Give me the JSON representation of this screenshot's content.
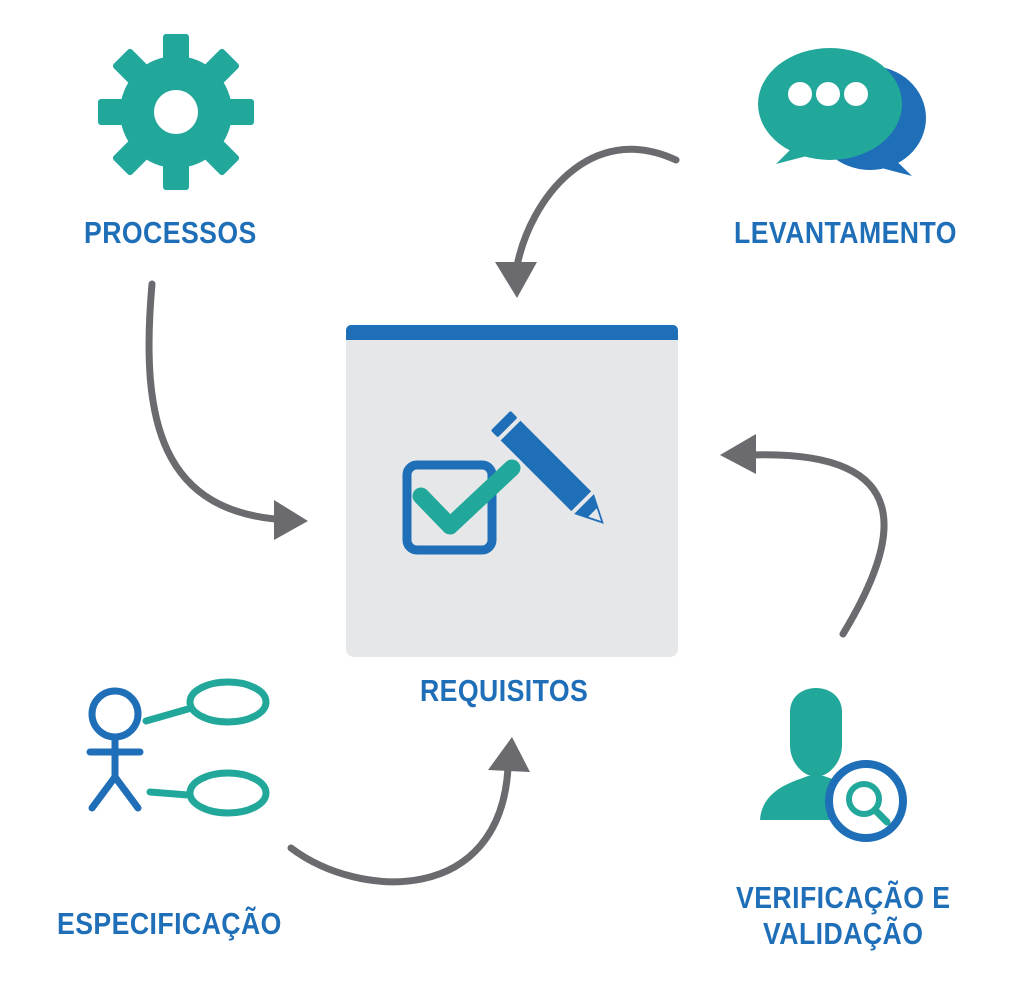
{
  "colors": {
    "blue": "#1f6fb8",
    "teal": "#22a89a",
    "gray_arrow": "#6b6b6f",
    "panel_bg": "#e6e7e9",
    "panel_bar": "#1f6fb8"
  },
  "nodes": {
    "processos": {
      "label": "PROCESSOS",
      "icon": "gear-icon"
    },
    "levantamento": {
      "label": "LEVANTAMENTO",
      "icon": "chat-bubbles-icon"
    },
    "requisitos": {
      "label": "REQUISITOS",
      "icon": "checkbox-pencil-icon"
    },
    "especificacao": {
      "label": "ESPECIFICAÇÃO",
      "icon": "use-case-icon"
    },
    "verificacao": {
      "line1": "VERIFICAÇÃO E",
      "line2": "VALIDAÇÃO",
      "icon": "user-search-icon"
    }
  }
}
